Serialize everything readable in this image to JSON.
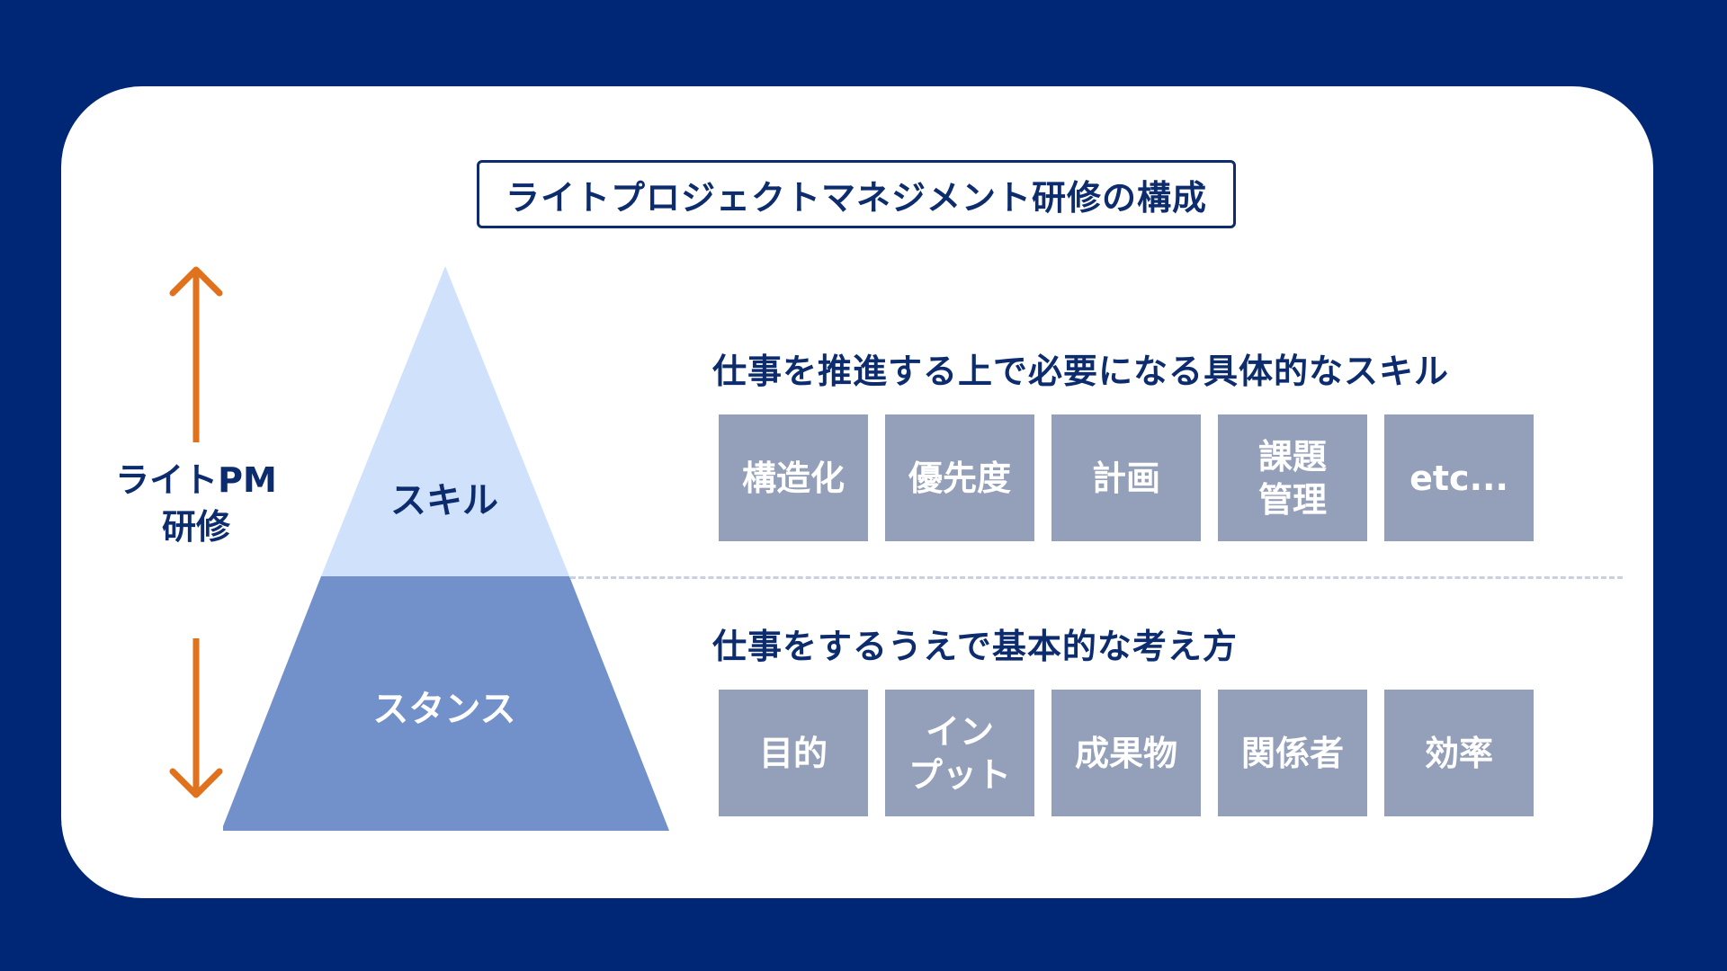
{
  "title": "ライトプロジェクトマネジメント研修の構成",
  "side_label": "ライトPM\n研修",
  "pyramid": {
    "top_label": "スキル",
    "bottom_label": "スタンス"
  },
  "skills": {
    "heading": "仕事を推進する上で必要になる具体的なスキル",
    "items": [
      "構造化",
      "優先度",
      "計画",
      "課題\n管理",
      "etc..."
    ]
  },
  "stance": {
    "heading": "仕事をするうえで基本的な考え方",
    "items": [
      "目的",
      "イン\nプット",
      "成果物",
      "関係者",
      "効率"
    ]
  },
  "colors": {
    "background": "#002776",
    "text_navy": "#0c2c6e",
    "arrow_orange": "#e0711d",
    "pyramid_top": "#cfe1fb",
    "pyramid_bottom": "#7290c9",
    "tile": "#949fba"
  }
}
